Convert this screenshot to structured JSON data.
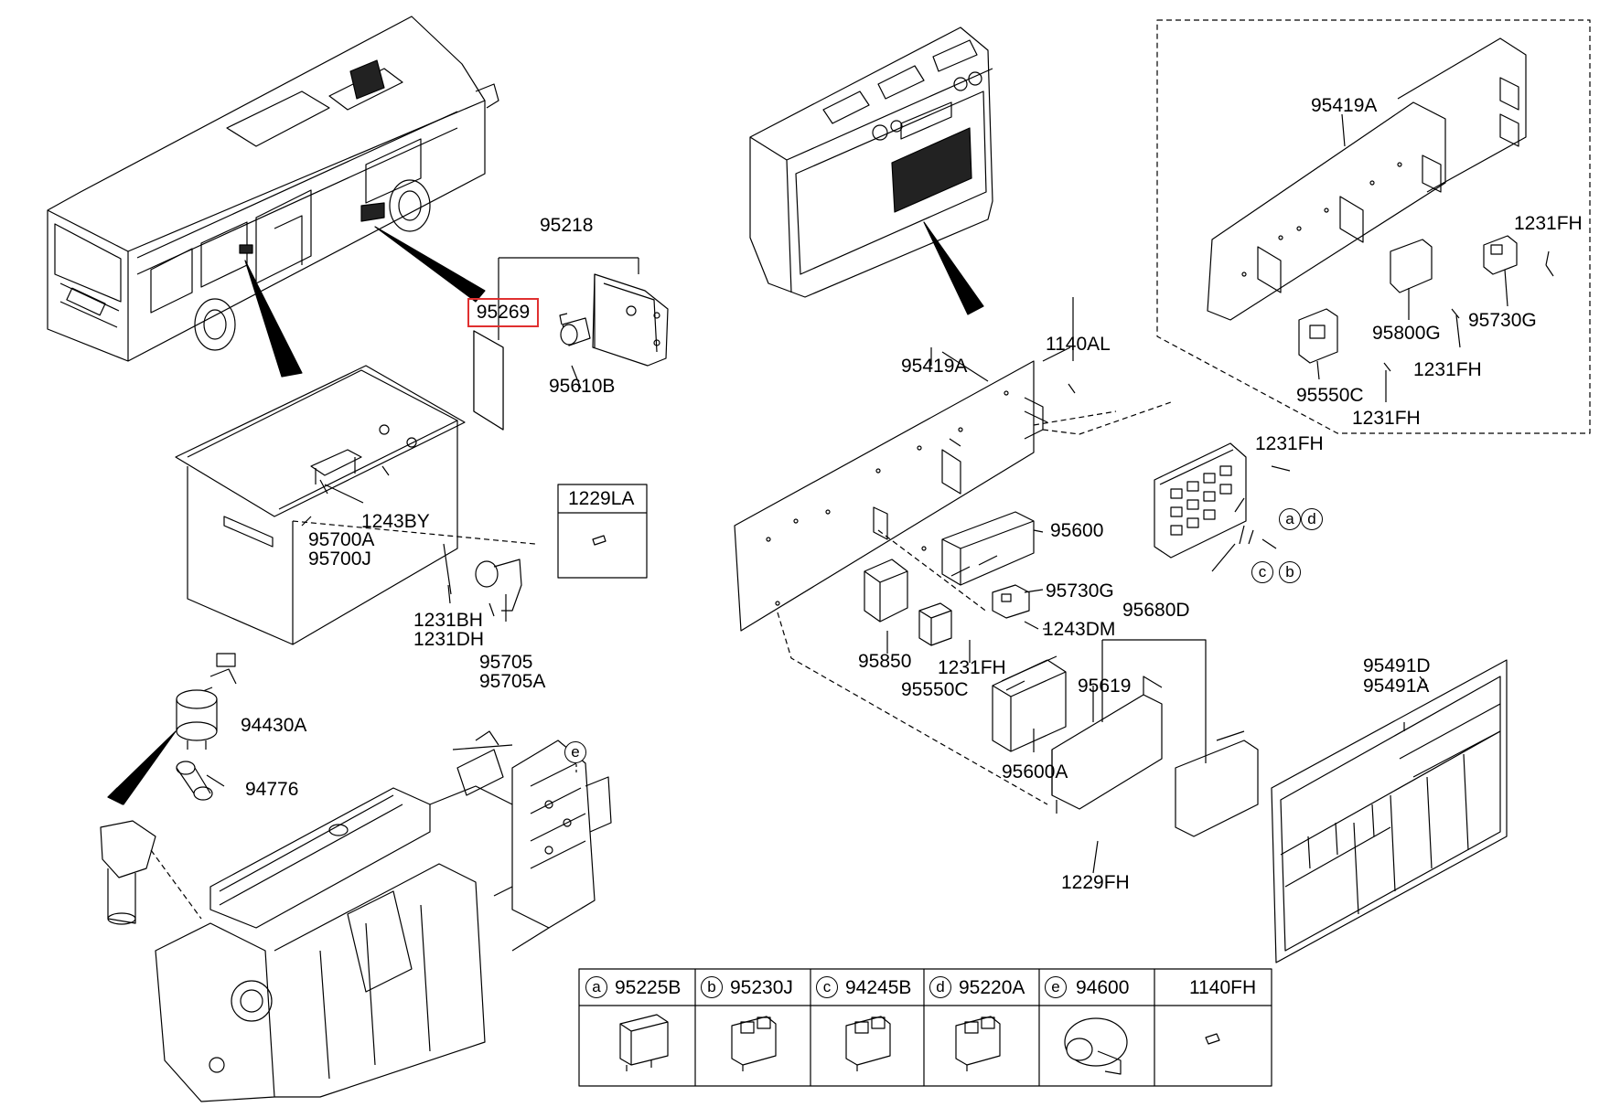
{
  "diagram": {
    "highlight_color": "#e03030",
    "parts": {
      "p95218": "95218",
      "p95269": "95269",
      "p95610B": "95610B",
      "p1243BY": "1243BY",
      "p95700A": "95700A",
      "p95700J": "95700J",
      "p1229LA": "1229LA",
      "p1231BH": "1231BH",
      "p1231DH": "1231DH",
      "p95705": "95705",
      "p95705A": "95705A",
      "p94430A": "94430A",
      "p94776": "94776",
      "p95419A_main": "95419A",
      "p1140AL": "1140AL",
      "p95600": "95600",
      "p95730G_main": "95730G",
      "p1243DM": "1243DM",
      "p95680D": "95680D",
      "p95850": "95850",
      "p1231FH_main": "1231FH",
      "p95550C_main": "95550C",
      "p95619": "95619",
      "p95600A": "95600A",
      "p1229FH": "1229FH",
      "p1231FH_relay": "1231FH",
      "p95419A_inset": "95419A",
      "p1231FH_inset1": "1231FH",
      "p95800G": "95800G",
      "p95730G_inset": "95730G",
      "p1231FH_inset2": "1231FH",
      "p95550C_inset": "95550C",
      "p1231FH_inset3": "1231FH",
      "p95491D": "95491D",
      "p95491A": "95491A"
    },
    "callouts": {
      "a": "a",
      "b": "b",
      "c": "c",
      "d": "d",
      "e": "e"
    },
    "legend": [
      {
        "circle": "a",
        "code": "95225B",
        "icon": "relay-icon"
      },
      {
        "circle": "b",
        "code": "95230J",
        "icon": "relay-icon"
      },
      {
        "circle": "c",
        "code": "94245B",
        "icon": "relay-icon"
      },
      {
        "circle": "d",
        "code": "95220A",
        "icon": "relay-icon"
      },
      {
        "circle": "e",
        "code": "94600",
        "icon": "sensor-icon"
      },
      {
        "circle": "",
        "code": "1140FH",
        "icon": "screw-icon"
      }
    ]
  }
}
